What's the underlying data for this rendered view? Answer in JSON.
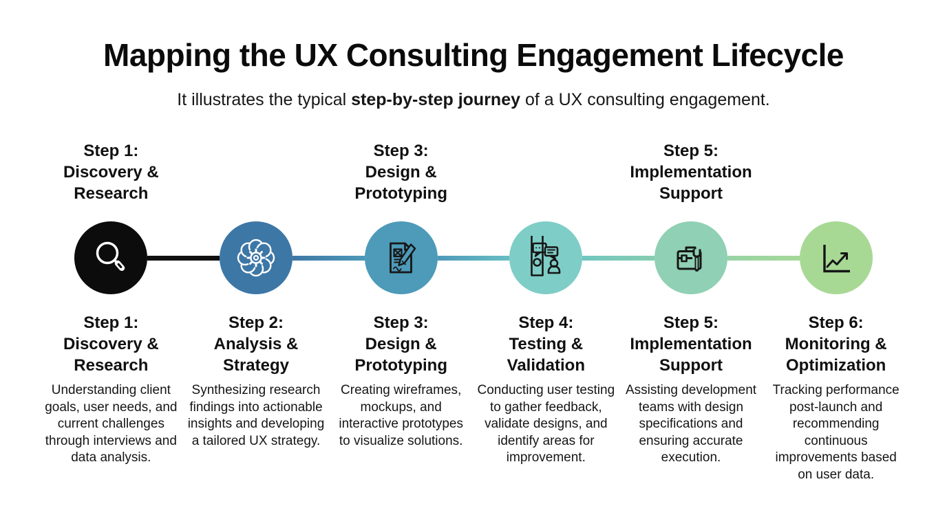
{
  "page": {
    "title": "Mapping the UX Consulting Engagement Lifecycle",
    "subtitle_prefix": "It illustrates the typical ",
    "subtitle_bold": "step-by-step journey",
    "subtitle_suffix": " of a UX consulting engagement."
  },
  "colors": {
    "background": "#ffffff",
    "text": "#111111",
    "icon_stroke_dark": "#161616",
    "icon_stroke_light": "#ffffff"
  },
  "steps": [
    {
      "heading": "Step 1:\nDiscovery &\nResearch",
      "description": "Understanding client goals, user needs, and current challenges through interviews and data analysis.",
      "icon": "magnifying-glass-icon",
      "circle_color": "#0c0c0c",
      "label_above": true
    },
    {
      "heading": "Step 2:\nAnalysis &\nStrategy",
      "description": "Synthesizing research findings into actionable insights and developing a tailored UX strategy.",
      "icon": "brain-gear-icon",
      "circle_color": "#3d77a6",
      "label_above": false
    },
    {
      "heading": "Step 3:\nDesign &\nPrototyping",
      "description": "Creating wireframes, mockups, and interactive prototypes to visualize solutions.",
      "icon": "document-pen-icon",
      "circle_color": "#4d9ab9",
      "label_above": true
    },
    {
      "heading": "Step 4:\nTesting &\nValidation",
      "description": "Conducting user testing to gather feedback, validate designs, and identify areas for improvement.",
      "icon": "chat-people-icon",
      "circle_color": "#7fcdc7",
      "label_above": false
    },
    {
      "heading": "Step 5:\nImplementation\nSupport",
      "description": "Assisting development teams with design specifications and ensuring accurate execution.",
      "icon": "toolbox-wrench-icon",
      "circle_color": "#90d0b4",
      "label_above": true
    },
    {
      "heading": "Step 6:\nMonitoring &\nOptimization",
      "description": "Tracking performance post-launch and recommending continuous improvements based on user data.",
      "icon": "growth-chart-icon",
      "circle_color": "#a7d995",
      "label_above": false
    }
  ],
  "connectors": [
    {
      "from": "step-1",
      "to": "step-2",
      "color": "#101010"
    },
    {
      "from": "step-2",
      "to": "step-3",
      "color": "linear-gradient(90deg,#3e78a5,#4c98b8)"
    },
    {
      "from": "step-3",
      "to": "step-4",
      "color": "linear-gradient(90deg,#4e9aba,#67bec2)"
    },
    {
      "from": "step-4",
      "to": "step-5",
      "color": "linear-gradient(90deg,#70c6bf,#87cdb2)"
    },
    {
      "from": "step-5",
      "to": "step-6",
      "color": "linear-gradient(90deg,#98d4a6,#a5d899)"
    }
  ]
}
